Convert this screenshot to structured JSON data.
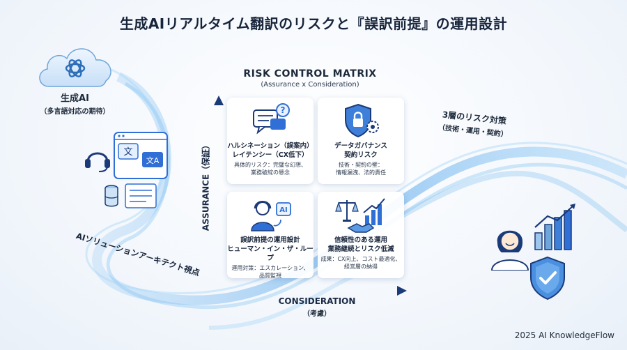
{
  "title": "生成AIリアルタイム翻訳のリスクと『誤訳前提』の運用設計",
  "cloud": {
    "label": "生成AI",
    "sublabel": "（多言語対応の期待）"
  },
  "matrix": {
    "title": "RISK CONTROL MATRIX",
    "subtitle": "(Assurance x Consideration)"
  },
  "axes": {
    "y_label": "ASSURANCE（保証）",
    "x_label": "CONSIDERATION",
    "x_sublabel": "（考慮）"
  },
  "cards": {
    "top_left": {
      "title1": "ハルシネーション（誤案内）",
      "title2": "レイテンシー（CX低下）",
      "desc1": "具体的リスク：完璧な幻想、",
      "desc2": "業務破綻の懸念"
    },
    "top_right": {
      "title1": "データガバナンス",
      "title2": "契約リスク",
      "desc1": "技術・契約の壁：",
      "desc2": "情報漏洩、法的責任"
    },
    "bottom_left": {
      "title1": "誤訳前提の運用設計",
      "title2": "ヒューマン・イン・ザ・ループ",
      "desc1": "運用対策：エスカレーション、",
      "desc2": "品質監視",
      "ai_badge": "AI"
    },
    "bottom_right": {
      "title1": "信頼性のある運用",
      "title2": "業務継続とリスク低減",
      "desc1": "成果：CX向上、コスト最適化、",
      "desc2": "経営層の納得"
    }
  },
  "right": {
    "label": "3層のリスク対策",
    "sublabel": "（技術・運用・契約）"
  },
  "left": {
    "arch_label": "AIソリューションアーキテクト視点",
    "translate_glyph": "文",
    "translate_latin": "文A"
  },
  "footer": "2025 AI KnowledgeFlow",
  "icons": [
    "cloud-ai-icon",
    "headset-icon",
    "translation-window-icon",
    "database-icon",
    "chat-question-icon",
    "shield-lock-icon",
    "gear-icon",
    "operator-icon",
    "scale-icon",
    "handshake-icon",
    "growth-chart-icon",
    "person-icon",
    "bar-chart-icon",
    "shield-check-icon"
  ],
  "colors": {
    "accent": "#2f6fd6",
    "dark_navy": "#1b3a78",
    "light_blue": "#9fd0f5"
  }
}
